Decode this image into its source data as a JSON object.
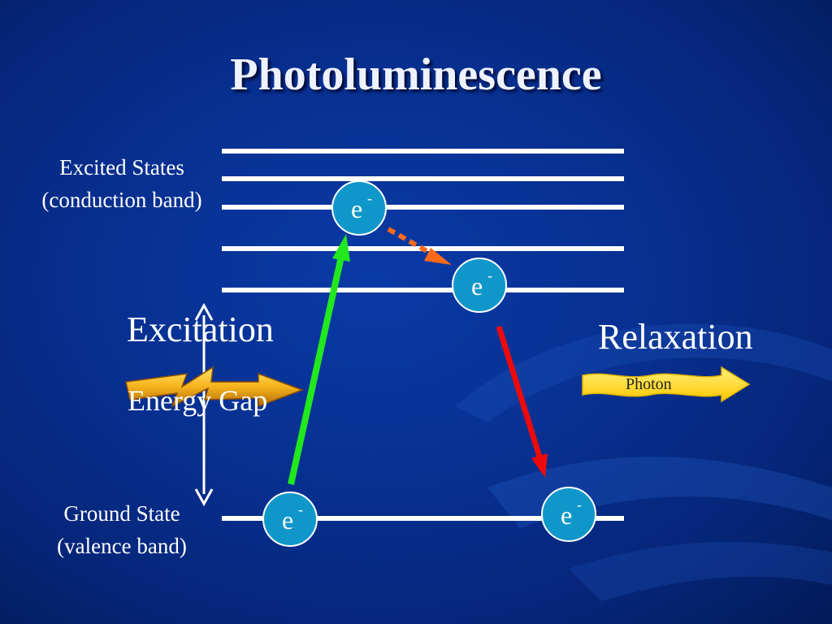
{
  "slide": {
    "title": "Photoluminescence",
    "excited_label_line1": "Excited States",
    "excited_label_line2": "(conduction band)",
    "ground_label_line1": "Ground State",
    "ground_label_line2": "(valence band)",
    "excitation_label": "Excitation",
    "relaxation_label": "Relaxation",
    "energy_gap_label": "Energy Gap",
    "photon_label": "Photon",
    "electron_symbol": "e",
    "electron_charge": "-"
  },
  "colors": {
    "background": "#072f8f",
    "level_line": "#ffffff",
    "electron_fill": "#0f97c9",
    "excitation_arrow": "#22e81e",
    "nonradiative_arrow": "#ff6a1a",
    "emission_arrow": "#ee0a0a",
    "photon_fill": "#ffd400",
    "bolt_fill": "#f6b21b"
  }
}
